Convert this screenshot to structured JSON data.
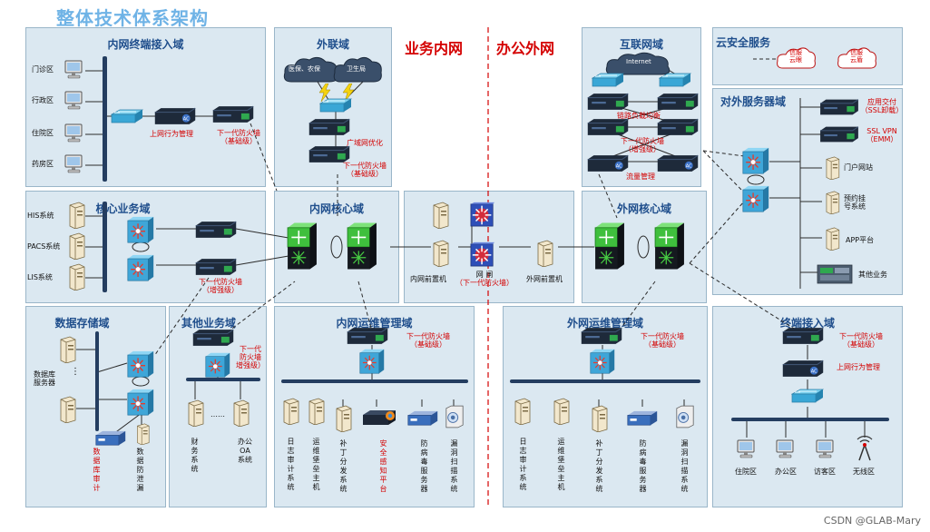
{
  "title": "整体技术体系架构",
  "section_left": "业务内网",
  "section_right": "办公外网",
  "watermark": "CSDN @GLAB-Mary",
  "panels": {
    "intranet_access": "内网终端接入域",
    "extranet": "外联域",
    "internet": "互联网域",
    "cloud_security": "云安全服务",
    "external_servers": "对外服务器域",
    "core_business": "核心业务域",
    "intranet_core": "内网核心域",
    "extranet_core": "外网核心域",
    "data_storage": "数据存储域",
    "other_business": "其他业务域",
    "intranet_ops": "内网运维管理域",
    "extranet_ops": "外网运维管理域",
    "terminal_access": "终端接入域"
  },
  "intranet_access": {
    "areas": [
      "门诊区",
      "行政区",
      "住院区",
      "药房区"
    ],
    "behavior_mgmt": "上网行为管理",
    "fw_line1": "下一代防火墙",
    "fw_line2": "（基础级）"
  },
  "extranet": {
    "cloud1": "医保、农保",
    "cloud2": "卫生局",
    "wan_opt": "广域网优化",
    "fw_line1": "下一代防火墙",
    "fw_line2": "（基础级）"
  },
  "internet": {
    "cloud": "Internet",
    "lb": "链路负载均衡",
    "fw_line1": "下一代防火墙",
    "fw_line2": "（增强级）",
    "flow": "流量管理"
  },
  "cloud_security": {
    "c1_line1": "信服",
    "c1_line2": "云眼",
    "c2_line1": "信服",
    "c2_line2": "云盾"
  },
  "external_servers": {
    "adc_line1": "应用交付",
    "adc_line2": "（SSL卸载）",
    "vpn_line1": "SSL VPN",
    "vpn_line2": "（EMM）",
    "portal": "门户网站",
    "reg_line1": "预约挂",
    "reg_line2": "号系统",
    "app": "APP平台",
    "other": "其他业务"
  },
  "core_business": {
    "his": "HIS系统",
    "pacs": "PACS系统",
    "lis": "LIS系统",
    "fw_line1": "下一代防火墙",
    "fw_line2": "（增强级）"
  },
  "gateway": {
    "front_in": "内网前置机",
    "front_out": "外网前置机",
    "gap_line1": "网 闸",
    "gap_line2": "（下一代防火墙）"
  },
  "data_storage": {
    "db_line1": "数据库",
    "db_line2": "服务器",
    "audit": "数据库审计",
    "dlp": "数据防泄漏"
  },
  "other_business": {
    "fw_line1": "下一代",
    "fw_line2": "防火墙",
    "fw_line3": "增强级）",
    "finance": "财务系统",
    "oa": "办公OA系统",
    "dots": "……"
  },
  "intranet_ops": {
    "fw_line1": "下一代防火墙",
    "fw_line2": "（基础级）",
    "log": "日志审计系统",
    "bastion": "运维堡垒主机",
    "patch": "补丁分发系统",
    "sip": "安全感知平台",
    "av": "防病毒服务器",
    "scan": "漏洞扫描系统"
  },
  "extranet_ops": {
    "fw_line1": "下一代防火墙",
    "fw_line2": "（基础级）",
    "log": "日志审计系统",
    "bastion": "运维堡垒主机",
    "patch": "补丁分发系统",
    "av": "防病毒服务器",
    "scan": "漏洞扫描系统"
  },
  "terminal_access": {
    "fw_line1": "下一代防火墙",
    "fw_line2": "（基础级）",
    "behavior_mgmt": "上网行为管理",
    "areas": [
      "住院区",
      "办公区",
      "访客区",
      "无线区"
    ]
  },
  "colors": {
    "panel_bg": "#dbe8f1",
    "title_blue": "#1f4e8c",
    "red": "#d40000",
    "bus": "#243d60",
    "divider": "#d40000"
  }
}
